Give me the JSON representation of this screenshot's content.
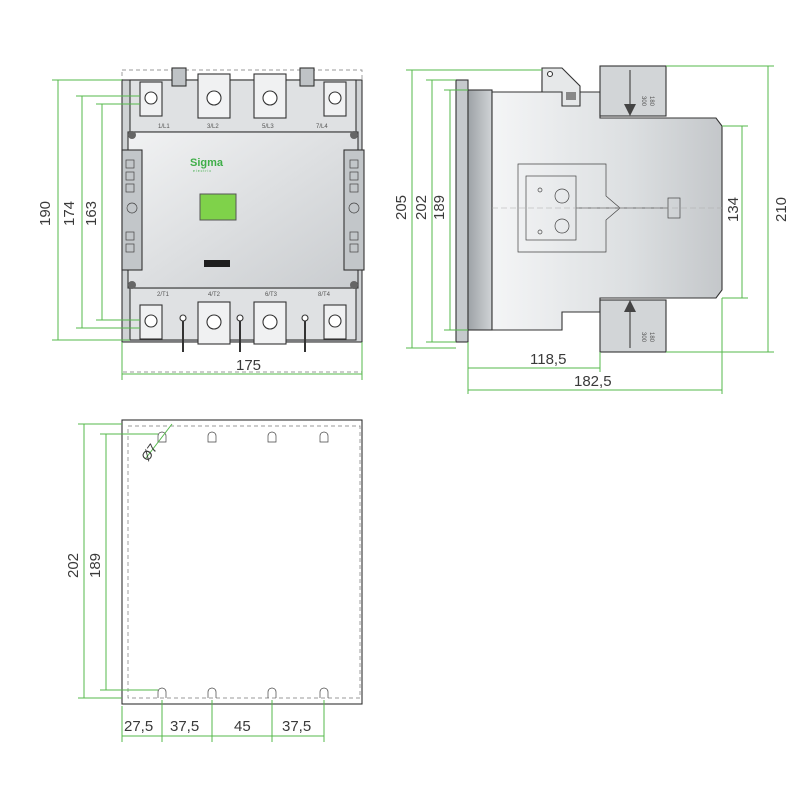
{
  "colors": {
    "dimension_line": "#55b94b",
    "body_fill": "#d4d7d9",
    "face_fill": "#e8eaeb",
    "coil_window": "#7fd24a",
    "brand": "#3fae49",
    "outline": "#333333"
  },
  "front_view": {
    "brand_name": "Sigma",
    "brand_sub": "electric",
    "top_terminals": [
      "1/L1",
      "3/L2",
      "5/L3",
      "7/L4"
    ],
    "bottom_terminals": [
      "2/T1",
      "4/T2",
      "6/T3",
      "8/T4"
    ],
    "dimensions": {
      "height_outer": "190",
      "height_mid": "174",
      "height_inner": "163",
      "width": "175"
    }
  },
  "side_view": {
    "label_top": [
      "180",
      "300"
    ],
    "label_bottom": [
      "180",
      "300"
    ],
    "dimensions": {
      "height_outer": "205",
      "height_mid": "202",
      "height_inner": "189",
      "right_inner": "134",
      "right_outer": "210",
      "depth_inner": "118,5",
      "depth_outer": "182,5"
    }
  },
  "mounting_view": {
    "hole_label": "Ø7",
    "dimensions": {
      "height_outer": "202",
      "height_inner": "189",
      "spacing": [
        "27,5",
        "37,5",
        "45",
        "37,5"
      ]
    }
  }
}
